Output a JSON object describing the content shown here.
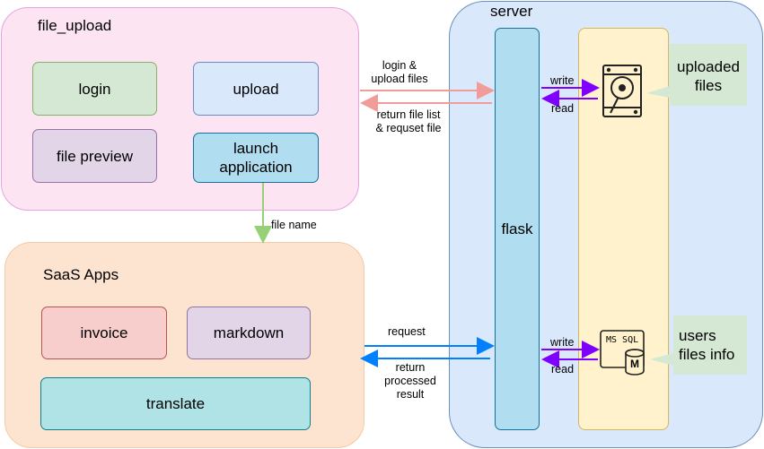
{
  "file_upload": {
    "title": "file_upload",
    "login": "login",
    "upload": "upload",
    "file_preview": "file preview",
    "launch_line1": "launch",
    "launch_line2": "application"
  },
  "saas": {
    "title": "SaaS Apps",
    "invoice": "invoice",
    "markdown": "markdown",
    "translate": "translate"
  },
  "server": {
    "title": "server",
    "flask": "flask",
    "uploaded_line1": "uploaded",
    "uploaded_line2": "files",
    "users_line1": "users",
    "users_line2": "files info",
    "db_label": "MS SQL",
    "db_letter": "M"
  },
  "edges": {
    "login_upload_1": "login &",
    "login_upload_2": "upload files",
    "return_list_1": "return file list",
    "return_list_2": "& requset file",
    "file_name": "file name",
    "request": "request",
    "return_result_1": "return",
    "return_result_2": "processed",
    "return_result_3": "result",
    "write_top": "write",
    "read_top": "read",
    "write_bottom": "write",
    "read_bottom": "read"
  },
  "colors": {
    "file_upload_bg": "#fde4f3",
    "file_upload_border": "#e9a2df",
    "saas_bg": "#fde4d1",
    "saas_border": "#f4c9a5",
    "server_bg": "#dae8fc",
    "server_border": "#6c8ebf",
    "storage_bg": "#fff2cc",
    "storage_border": "#d6b656",
    "green_bg": "#d5e8d4",
    "green_border": "#82b366",
    "blue_bg": "#dae8fc",
    "purple_bg": "#e1d5e7",
    "purple_border": "#9673a6",
    "cyan_bg": "#b1ddf0",
    "cyan_border": "#10739e",
    "red_bg": "#f8cecc",
    "red_border": "#b85450",
    "teal_bg": "#b0e3e6",
    "teal_border": "#0e8088",
    "arrow_pink": "#f19c99",
    "arrow_green": "#97d077",
    "arrow_blue": "#007fff",
    "arrow_purple": "#7f00ff"
  }
}
